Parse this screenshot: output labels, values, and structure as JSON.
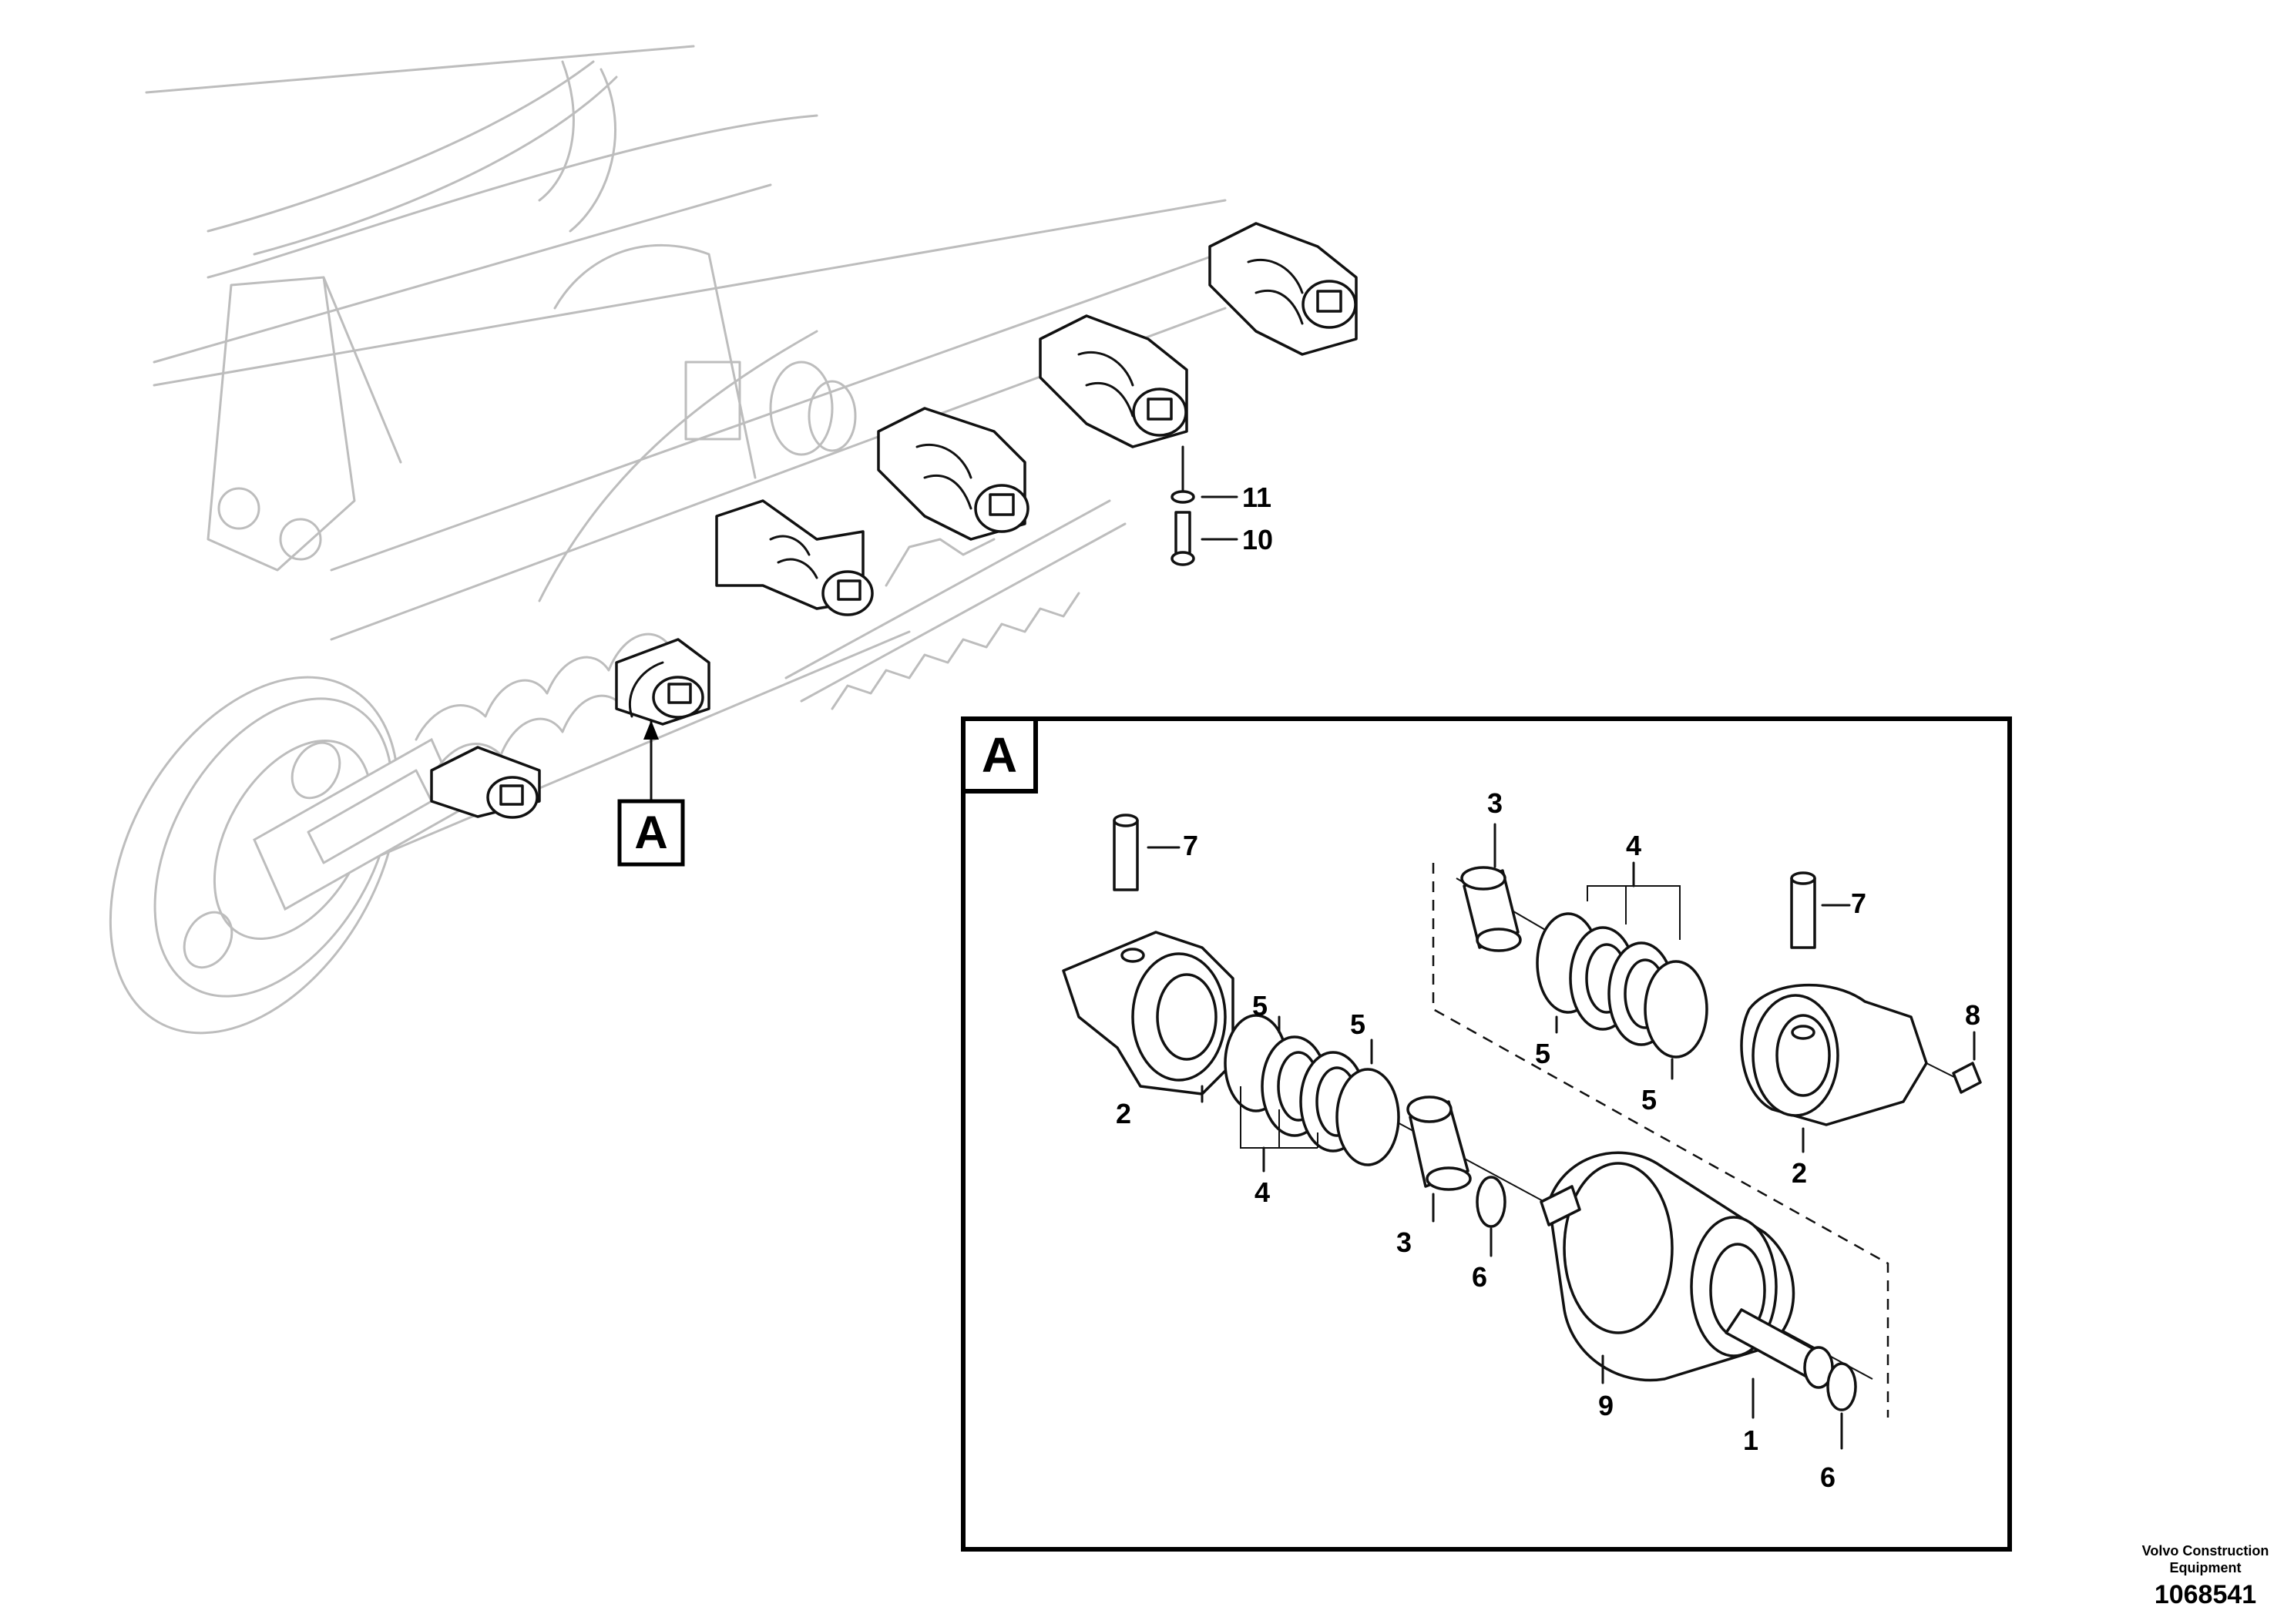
{
  "callouts": {
    "main_view_label": "A",
    "detail_view_label": "A"
  },
  "parts": {
    "p1": "1",
    "p2a": "2",
    "p2b": "2",
    "p3a": "3",
    "p3b": "3",
    "p4a": "4",
    "p4b": "4",
    "p5a": "5",
    "p5b": "5",
    "p5c": "5",
    "p5d": "5",
    "p6a": "6",
    "p6b": "6",
    "p7a": "7",
    "p7b": "7",
    "p8": "8",
    "p9": "9",
    "p10": "10",
    "p11": "11"
  },
  "credit": {
    "company": "Volvo Construction Equipment",
    "document_number": "1068541"
  }
}
